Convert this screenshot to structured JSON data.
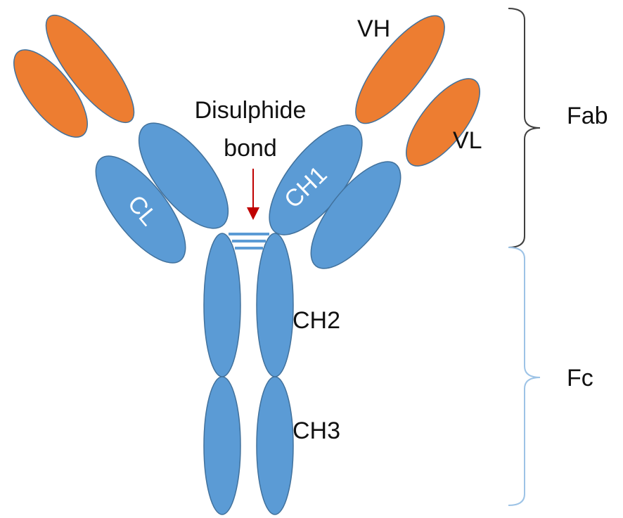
{
  "colors": {
    "heavy_chain_constant": "#5b9bd5",
    "variable_domain": "#ed7d31",
    "outline": "#41719c",
    "arrow": "#c00000",
    "fab_bracket": "#404040",
    "fc_bracket": "#9dc3e6",
    "background": "#ffffff"
  },
  "labels": {
    "vh": "VH",
    "vl": "VL",
    "ch1": "CH1",
    "cl": "CL",
    "ch2": "CH2",
    "ch3": "CH3",
    "fab": "Fab",
    "fc": "Fc",
    "disulphide_line1": "Disulphide",
    "disulphide_line2": "bond"
  }
}
